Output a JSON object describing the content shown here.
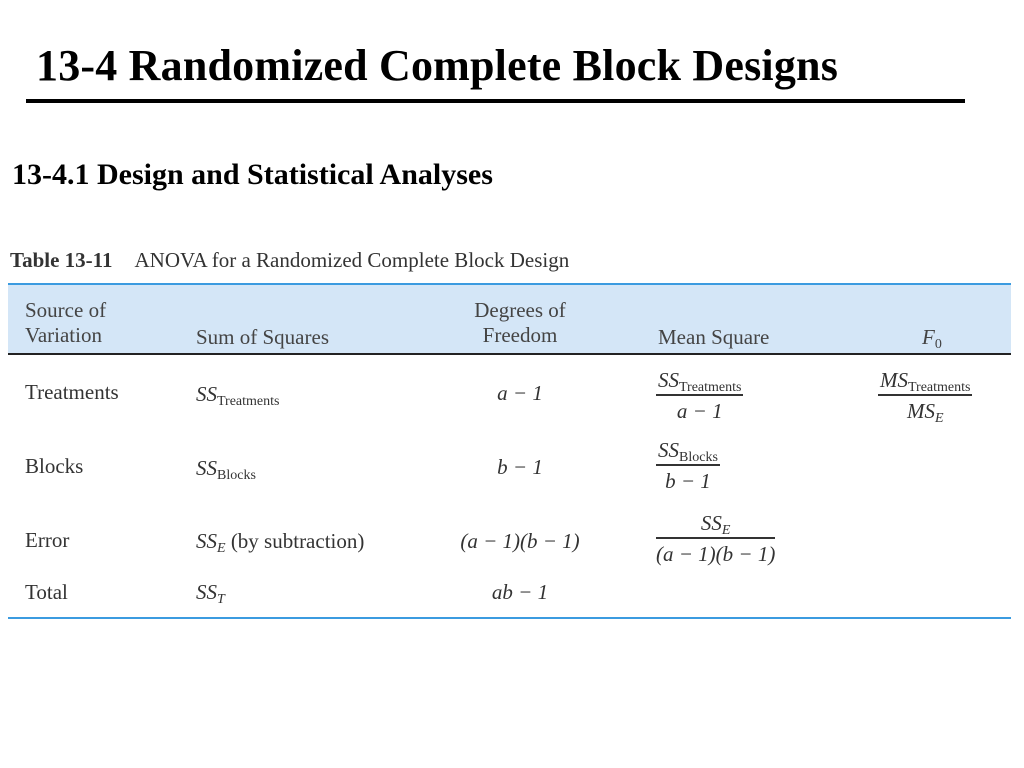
{
  "slide": {
    "title": "13-4 Randomized Complete Block Designs",
    "subtitle": "13-4.1 Design and Statistical Analyses"
  },
  "table": {
    "number": "Table 13-11",
    "caption": "ANOVA for a Randomized Complete Block Design",
    "headers": {
      "source_line1": "Source of",
      "source_line2": "Variation",
      "sum_of_squares": "Sum of Squares",
      "df_line1": "Degrees of",
      "df_line2": "Freedom",
      "mean_square": "Mean Square",
      "f0_base": "F",
      "f0_sub": "0"
    },
    "rows": {
      "treatments": {
        "source": "Treatments",
        "ss_base": "SS",
        "ss_sub": "Treatments",
        "df": "a − 1",
        "ms_num_base": "SS",
        "ms_num_sub": "Treatments",
        "ms_den": "a − 1",
        "f_num_base": "MS",
        "f_num_sub": "Treatments",
        "f_den_base": "MS",
        "f_den_sub": "E"
      },
      "blocks": {
        "source": "Blocks",
        "ss_base": "SS",
        "ss_sub": "Blocks",
        "df": "b − 1",
        "ms_num_base": "SS",
        "ms_num_sub": "Blocks",
        "ms_den": "b − 1"
      },
      "error": {
        "source": "Error",
        "ss_base": "SS",
        "ss_sub": "E",
        "ss_note": "(by subtraction)",
        "df": "(a − 1)(b − 1)",
        "ms_num_base": "SS",
        "ms_num_sub": "E",
        "ms_den": "(a − 1)(b − 1)"
      },
      "total": {
        "source": "Total",
        "ss_base": "SS",
        "ss_sub": "T",
        "df": "ab − 1"
      }
    }
  }
}
